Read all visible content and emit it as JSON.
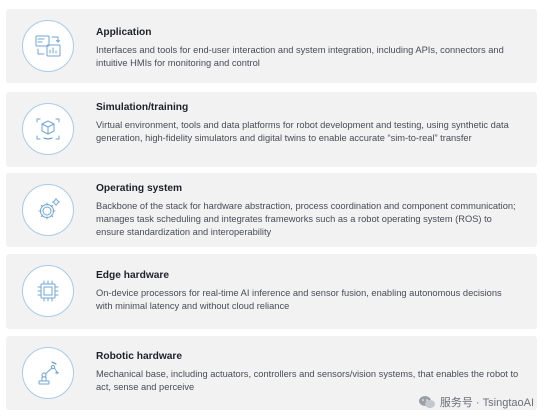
{
  "layers": [
    {
      "title": "Application",
      "description": "Interfaces and tools for end-user interaction and system integration, including APIs, connectors and intuitive HMIs for monitoring and control",
      "icon": "application-dashboard-icon"
    },
    {
      "title": "Simulation/training",
      "description": "Virtual environment, tools and data platforms for robot development and testing, using synthetic data generation, high-fidelity simulators and digital twins to enable accurate “sim-to-real” transfer",
      "icon": "simulation-cube-icon"
    },
    {
      "title": "Operating system",
      "description": "Backbone of the stack for hardware abstraction, process coordination and component communication; manages task scheduling and integrates frameworks such as a robot operating system (ROS) to ensure standardization and interoperability",
      "icon": "gear-icon"
    },
    {
      "title": "Edge hardware",
      "description": "On-device processors for real-time AI inference and sensor fusion, enabling autonomous decisions with minimal latency and without cloud reliance",
      "icon": "chip-icon"
    },
    {
      "title": "Robotic hardware",
      "description": "Mechanical base, including actuators, controllers and sensors/vision systems, that enables the robot to act, sense and perceive",
      "icon": "robotic-arm-icon"
    }
  ],
  "watermark": {
    "text": "服务号 · TsingtaoAI",
    "icon": "wechat-logo-icon"
  },
  "colors": {
    "card_bg": "#f2f2f3",
    "icon_stroke": "#6fa6d6",
    "icon_accent": "#4a8bc9",
    "title": "#1d2129",
    "body": "#474c55"
  }
}
